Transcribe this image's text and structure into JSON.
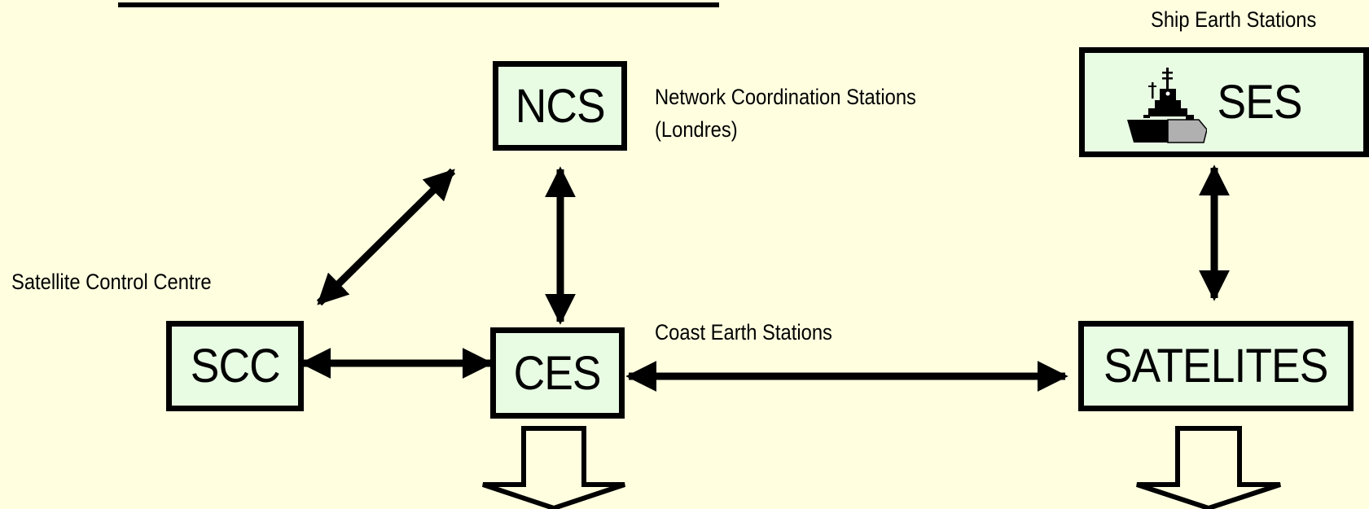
{
  "colors": {
    "background": "#ffffe0",
    "box_fill": "#e8fce4",
    "stroke": "#000000",
    "hull_grey": "#b0b0b0"
  },
  "nodes": {
    "ncs": {
      "label": "NCS"
    },
    "ses": {
      "label": "SES",
      "icon": "ship-icon"
    },
    "scc": {
      "label": "SCC"
    },
    "ces": {
      "label": "CES"
    },
    "satelites": {
      "label": "SATELITES"
    }
  },
  "captions": {
    "ses": "Ship Earth Stations",
    "ncs_line1": "Network Coordination Stations",
    "ncs_line2": "(Londres)",
    "scc": "Satellite Control Centre",
    "ces": "Coast Earth Stations"
  },
  "connections": [
    {
      "from": "scc",
      "to": "ncs",
      "direction": "both"
    },
    {
      "from": "ncs",
      "to": "ces",
      "direction": "both"
    },
    {
      "from": "scc",
      "to": "ces",
      "direction": "both"
    },
    {
      "from": "ces",
      "to": "satelites",
      "direction": "both"
    },
    {
      "from": "ses",
      "to": "satelites",
      "direction": "both"
    },
    {
      "from": "ces",
      "to": "below",
      "direction": "down"
    },
    {
      "from": "satelites",
      "to": "below",
      "direction": "down"
    }
  ]
}
